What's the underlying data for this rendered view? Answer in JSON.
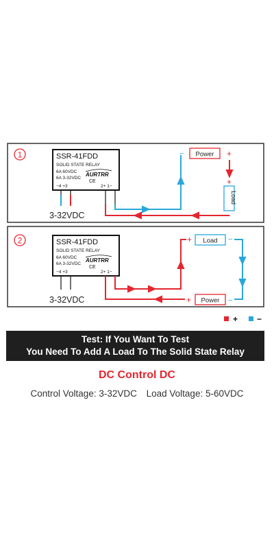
{
  "colors": {
    "positive": "#e3262f",
    "negative": "#2aa7d9",
    "frame": "#333333",
    "banner_bg": "#1f1f1f"
  },
  "diagram1": {
    "number": "1",
    "module_model": "SSR-41FDD",
    "module_type": "SOLID STATE RELAY",
    "rating_load": "6A  60VDC",
    "rating_control": "6A  3-32VDC",
    "brand": "AURTRR",
    "ce_mark": "CE",
    "control_pins": "−4  +3",
    "load_pins": "2+  1−",
    "input_label": "3-32VDC",
    "power_label": "Power",
    "load_label": "Load",
    "minus_sign": "−",
    "plus_sign": "+"
  },
  "diagram2": {
    "number": "2",
    "module_model": "SSR-41FDD",
    "module_type": "SOLID STATE RELAY",
    "rating_load": "6A  60VDC",
    "rating_control": "6A  3-32VDC",
    "brand": "AURTRR",
    "ce_mark": "CE",
    "control_pins": "−4  +3",
    "load_pins": "2+  1−",
    "input_label": "3-32VDC",
    "power_label": "Power",
    "load_label": "Load",
    "minus_sign": "−",
    "plus_sign": "+"
  },
  "legend": {
    "positive_label": "+",
    "negative_label": "−"
  },
  "banner": {
    "line1": "Test: If You Want To Test",
    "line2": "You Need To Add A Load To The Solid State Relay"
  },
  "control_title": "DC Control  DC",
  "specs": {
    "control_voltage": "Control Voltage: 3-32VDC",
    "load_voltage": "Load Voltage: 5-60VDC"
  }
}
